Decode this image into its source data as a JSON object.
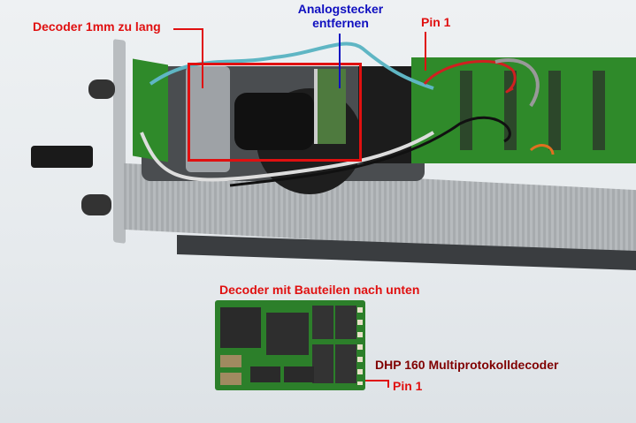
{
  "annotations": {
    "decoder_too_long": "Decoder 1mm zu lang",
    "analog_plug_line1": "Analogstecker",
    "analog_plug_line2": "entfernen",
    "pin1_top": "Pin 1",
    "decoder_components_down": "Decoder mit Bauteilen nach unten",
    "decoder_model": "DHP 160 Multiprotokolldecoder",
    "pin1_bottom": "Pin 1"
  },
  "colors": {
    "annotation_red": "#e01010",
    "annotation_blue": "#1010c0",
    "annotation_dark_red": "#800000",
    "pcb_green": "#2f8a2a"
  }
}
